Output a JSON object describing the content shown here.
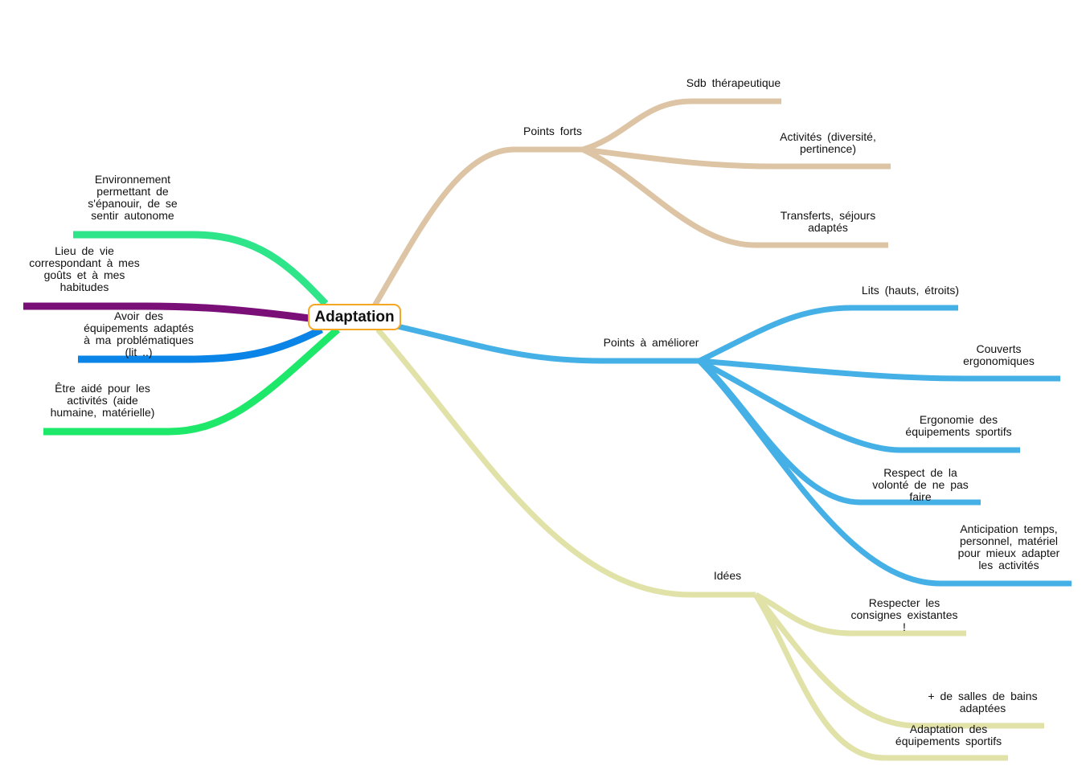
{
  "central": "Adaptation",
  "colors": {
    "points_forts": "#dcc4a4",
    "ameliorer": "#45b0e6",
    "idees": "#e0e2a8",
    "green1": "#2ee58a",
    "purple": "#7a0f78",
    "blue2": "#0a84e6",
    "green2": "#1de86a",
    "center_border": "#f5a623"
  },
  "branches": {
    "points_forts": {
      "label": "Points forts",
      "children": [
        "Sdb thérapeutique",
        "Activités  (diversité,\npertinence)",
        "Transferts,  séjours\nadaptés"
      ]
    },
    "ameliorer": {
      "label": "Points à améliorer",
      "children": [
        "Lits (hauts, étroits)",
        "Couverts\nergonomiques",
        "Ergonomie  des\néquipements  sportifs",
        "Respect  de  la\nvolonté  de  ne  pas\nfaire",
        "Anticipation  temps,\npersonnel,  matériel\npour  mieux  adapter\nles  activités"
      ]
    },
    "idees": {
      "label": "Idées",
      "children": [
        "Respecter  les\nconsignes  existantes\n!",
        "+  de  salles  de  bains\nadaptées",
        "Adaptation  des\néquipements  sportifs"
      ]
    },
    "left": [
      "Environnement\npermettant  de\ns'épanouir,  de  se\nsentir  autonome",
      "Lieu  de  vie\ncorrespondant  à  mes\ngoûts  et  à  mes\nhabitudes",
      "Avoir  des\néquipements  adaptés\nà  ma  problématiques\n(lit  ..)",
      "Être  aidé  pour  les\nactivités  (aide\nhumaine,  matérielle)"
    ]
  }
}
